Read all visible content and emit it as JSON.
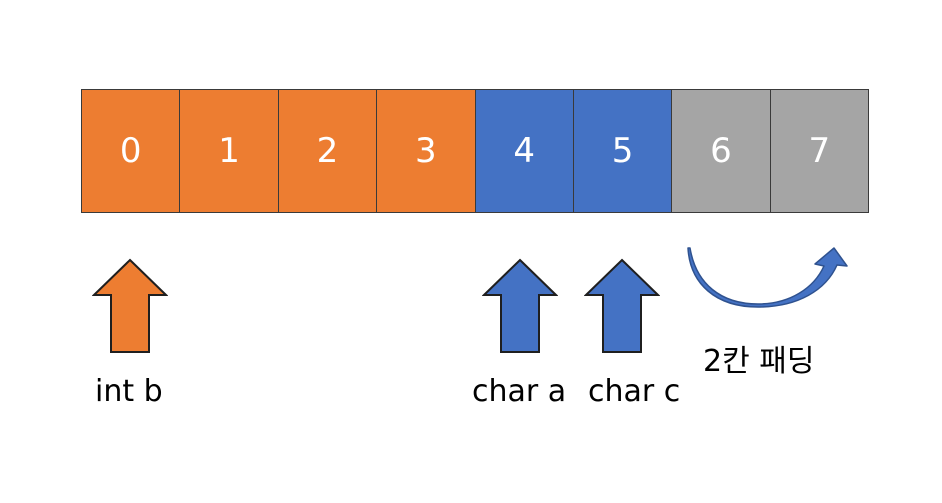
{
  "cells": [
    {
      "label": "0",
      "color": "#ED7D31"
    },
    {
      "label": "1",
      "color": "#ED7D31"
    },
    {
      "label": "2",
      "color": "#ED7D31"
    },
    {
      "label": "3",
      "color": "#ED7D31"
    },
    {
      "label": "4",
      "color": "#4472C4"
    },
    {
      "label": "5",
      "color": "#4472C4"
    },
    {
      "label": "6",
      "color": "#A5A5A5"
    },
    {
      "label": "7",
      "color": "#A5A5A5"
    }
  ],
  "labels": {
    "int_b": "int b",
    "char_a": "char a",
    "char_c": "char c",
    "padding": "2칸 패딩"
  },
  "colors": {
    "orange": "#ED7D31",
    "blue": "#4472C4",
    "gray": "#A5A5A5",
    "arrow_outline_orange": "#1f1f1f",
    "arrow_outline_blue": "#1f1f1f",
    "curved_arrow_fill": "#4472C4",
    "curved_arrow_stroke": "#2F528F"
  },
  "icons": {
    "int_b_arrow": "up-arrow-icon",
    "char_a_arrow": "up-arrow-icon",
    "char_c_arrow": "up-arrow-icon",
    "padding_arrow": "curved-arrow-icon"
  }
}
